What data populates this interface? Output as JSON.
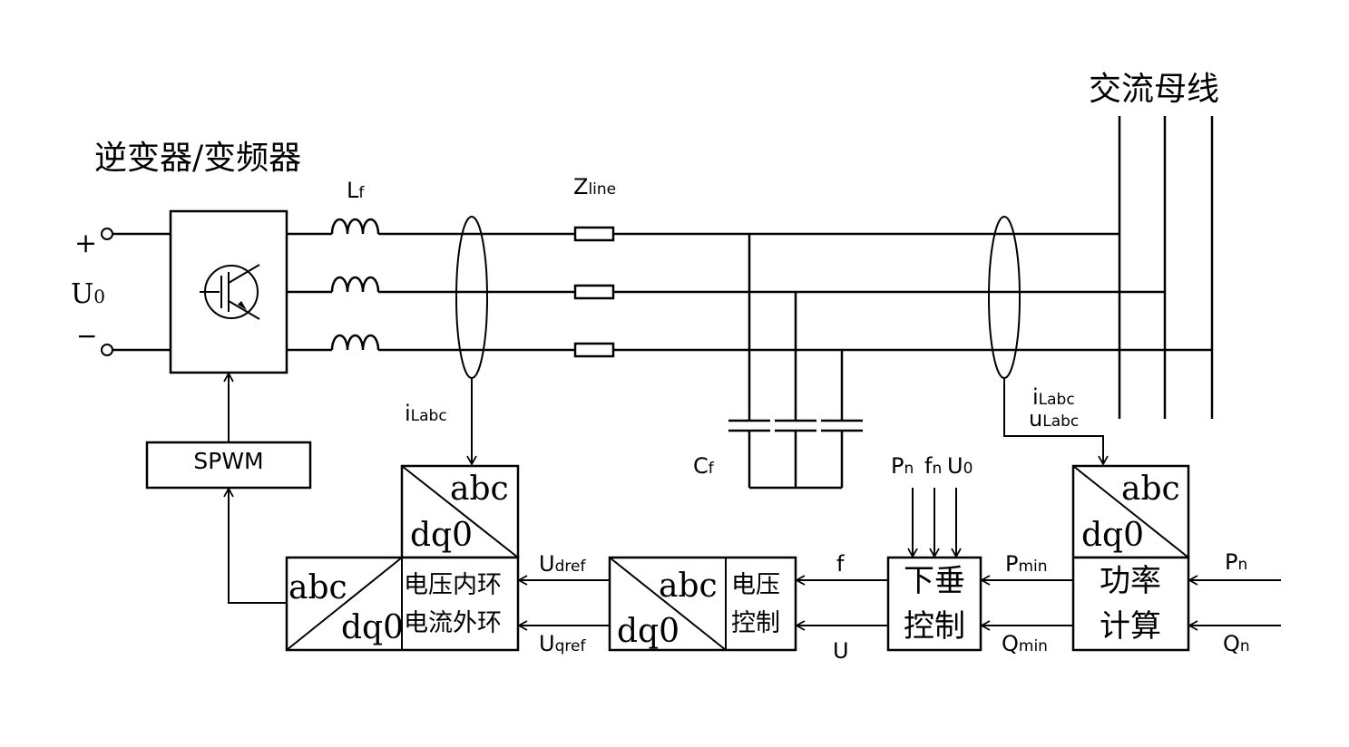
{
  "titles": {
    "inverter": "逆变器/变频器",
    "ac_bus": "交流母线"
  },
  "source": {
    "plus": "+",
    "minus": "−",
    "voltage_main": "U",
    "voltage_sub": "0"
  },
  "components": {
    "inductor_main": "L",
    "inductor_sub": "f",
    "line_main": "Z",
    "line_sub": "line",
    "capacitor_main": "C",
    "capacitor_sub": "f"
  },
  "signals": {
    "current_left_main": "i",
    "current_left_sub": "Labc",
    "current_right_main": "i",
    "current_right_sub": "Labc",
    "voltage_right_main": "u",
    "voltage_right_sub": "Labc",
    "udref_main": "U",
    "udref_sub": "dref",
    "uqref_main": "U",
    "uqref_sub": "qref",
    "f": "f",
    "u": "U",
    "pmin_main": "P",
    "pmin_sub": "min",
    "qmin_main": "Q",
    "qmin_sub": "min",
    "pn_main": "P",
    "pn_sub": "n",
    "qn_main": "Q",
    "qn_sub": "n",
    "droop_p_main": "P",
    "droop_p_sub": "n",
    "droop_f_main": "f",
    "droop_f_sub": "n",
    "droop_u_main": "U",
    "droop_u_sub": "0"
  },
  "blocks": {
    "spwm": "SPWM",
    "abc": "abc",
    "dq0": "dq0",
    "voltage_inner_loop": "电压内环",
    "current_outer_loop": "电流外环",
    "voltage_control_1": "电压",
    "voltage_control_2": "控制",
    "droop_1": "下垂",
    "droop_2": "控制",
    "power_calc_1": "功率",
    "power_calc_2": "计算"
  }
}
